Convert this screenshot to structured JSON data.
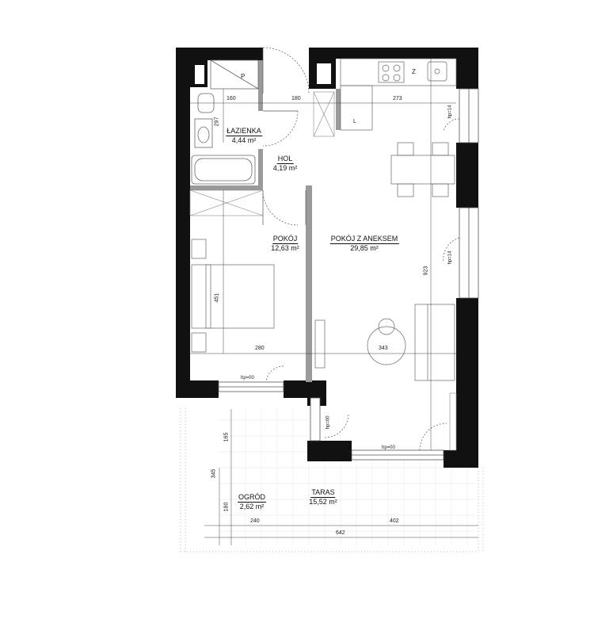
{
  "rooms": {
    "lazienka": {
      "name": "ŁAZIENKA",
      "area": "4,44 m²"
    },
    "hol": {
      "name": "HOL",
      "area": "4,19 m²"
    },
    "pokoj": {
      "name": "POKÓJ",
      "area": "12,63 m²"
    },
    "pokoj_aneks": {
      "name": "POKÓJ Z ANEKSEM",
      "area": "29,85 m²"
    },
    "ogrod": {
      "name": "OGRÓD",
      "area": "2,62 m²"
    },
    "taras": {
      "name": "TARAS",
      "area": "15,52 m²"
    }
  },
  "dimensions": {
    "d160": "160",
    "d180": "180",
    "d273": "273",
    "d297": "297",
    "d451": "451",
    "d280": "280",
    "d343": "343",
    "d923": "923",
    "d165": "165",
    "d345": "345",
    "d180b": "180",
    "d240": "240",
    "d402": "402",
    "d642": "642"
  },
  "markers": {
    "p": "P",
    "z": "Z",
    "l": "L",
    "hp14a": "hp=14",
    "hp14b": "hp=14",
    "hp00a": "hp=00",
    "hp00b": "hp=00",
    "hp00c": "hp=00"
  }
}
